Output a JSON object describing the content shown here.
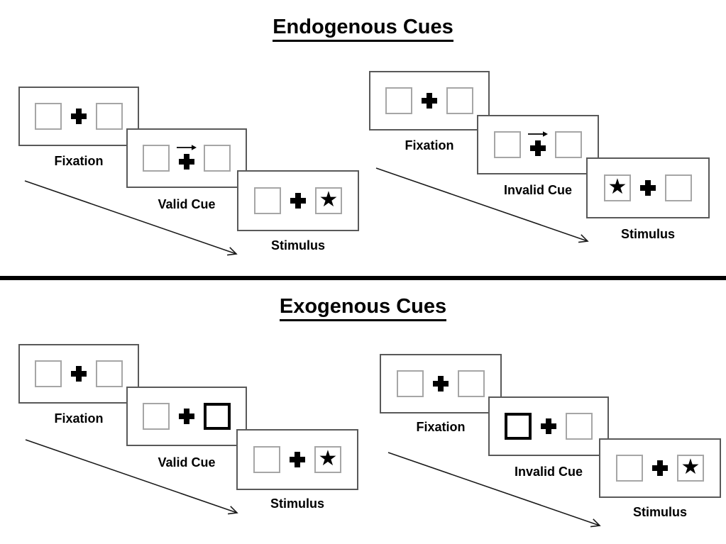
{
  "sections": [
    {
      "title": "Endogenous Cues",
      "trials": [
        {
          "panels": [
            {
              "label": "Fixation"
            },
            {
              "label": "Valid Cue"
            },
            {
              "label": "Stimulus"
            }
          ]
        },
        {
          "panels": [
            {
              "label": "Fixation"
            },
            {
              "label": "Invalid Cue"
            },
            {
              "label": "Stimulus"
            }
          ]
        }
      ]
    },
    {
      "title": "Exogenous Cues",
      "trials": [
        {
          "panels": [
            {
              "label": "Fixation"
            },
            {
              "label": "Valid Cue"
            },
            {
              "label": "Stimulus"
            }
          ]
        },
        {
          "panels": [
            {
              "label": "Fixation"
            },
            {
              "label": "Invalid Cue"
            },
            {
              "label": "Stimulus"
            }
          ]
        }
      ]
    }
  ],
  "glyphs": {
    "star": "★"
  },
  "colors": {
    "ink": "#000000",
    "panel_border": "#595959",
    "square_border": "#a6a6a6",
    "background": "#ffffff"
  }
}
